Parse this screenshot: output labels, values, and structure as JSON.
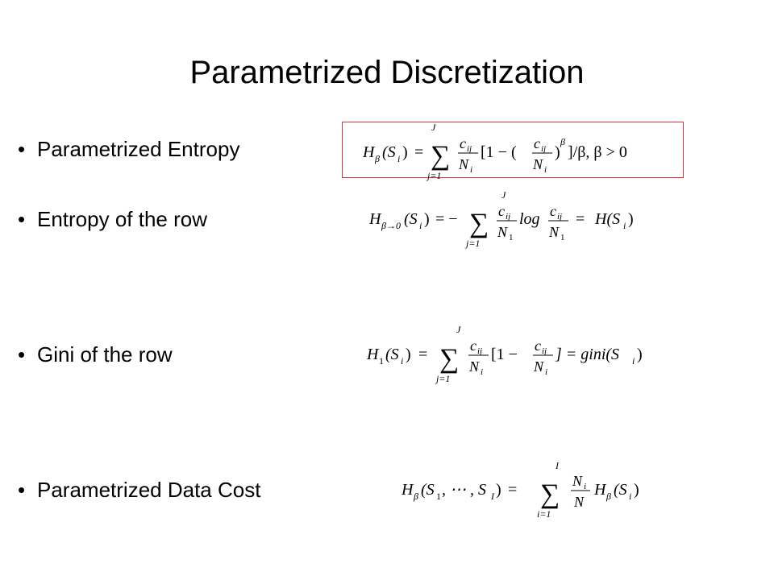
{
  "slide": {
    "title": "Parametrized Discretization",
    "bullets": [
      {
        "label": "Parametrized Entropy"
      },
      {
        "label": "Entropy of the row"
      },
      {
        "label": "Gini of the row"
      },
      {
        "label": "Parametrized Data Cost"
      }
    ],
    "bullet_marker": "•",
    "highlight_color": "#d9343a"
  },
  "formulas": {
    "f1": {
      "lhs_H": "H",
      "lhs_sub": "β",
      "lhs_arg": "(S",
      "lhs_arg_sub": "i",
      "lhs_close": ")",
      "eq": "=",
      "sum": "∑",
      "sum_top": "J",
      "sum_bottom": "j=1",
      "frac_num": "c",
      "frac_num_sub": "ij",
      "frac_den": "N",
      "frac_den_sub": "i",
      "bracket_open": "[1 − (",
      "frac2_num": "c",
      "frac2_num_sub": "ij",
      "frac2_den": "N",
      "frac2_den_sub": "i",
      "pow_close": ")",
      "pow": "β",
      "tail": "]/β, β > 0"
    },
    "f2": {
      "lhs_H": "H",
      "lhs_sub": "β→0",
      "lhs_arg": "(S",
      "lhs_arg_sub": "i",
      "lhs_close": ")",
      "eq": "= −",
      "sum": "∑",
      "sum_top": "J",
      "sum_bottom": "j=1",
      "frac_num": "c",
      "frac_num_sub": "ij",
      "frac_den": "N",
      "frac_den_sub": "1",
      "log": "log",
      "frac2_num": "c",
      "frac2_num_sub": "ij",
      "frac2_den": "N",
      "frac2_den_sub": "1",
      "tail_eq": "=",
      "tail_H": "H(S",
      "tail_sub": "i",
      "tail_close": ")"
    },
    "f3": {
      "lhs_H": "H",
      "lhs_sub": "1",
      "lhs_arg": "(S",
      "lhs_arg_sub": "i",
      "lhs_close": ")",
      "eq": "=",
      "sum": "∑",
      "sum_top": "J",
      "sum_bottom": "j=1",
      "frac_num": "c",
      "frac_num_sub": "ij",
      "frac_den": "N",
      "frac_den_sub": "i",
      "bracket_open": "[1 −",
      "frac2_num": "c",
      "frac2_num_sub": "ij",
      "frac2_den": "N",
      "frac2_den_sub": "i",
      "tail": "] = gini(S",
      "tail_sub": "i",
      "tail_close": ")"
    },
    "f4": {
      "lhs_H": "H",
      "lhs_sub": "β",
      "lhs_arg": "(S",
      "lhs_arg_sub1": "1",
      "lhs_mid": ", ⋯ , S",
      "lhs_arg_subI": "I",
      "lhs_close": ")",
      "eq": "=",
      "sum": "∑",
      "sum_top": "I",
      "sum_bottom": "i=1",
      "frac_num": "N",
      "frac_num_sub": "i",
      "frac_den": "N",
      "tail_H": "H",
      "tail_sub": "β",
      "tail_arg": "(S",
      "tail_arg_sub": "i",
      "tail_close": ")"
    }
  }
}
